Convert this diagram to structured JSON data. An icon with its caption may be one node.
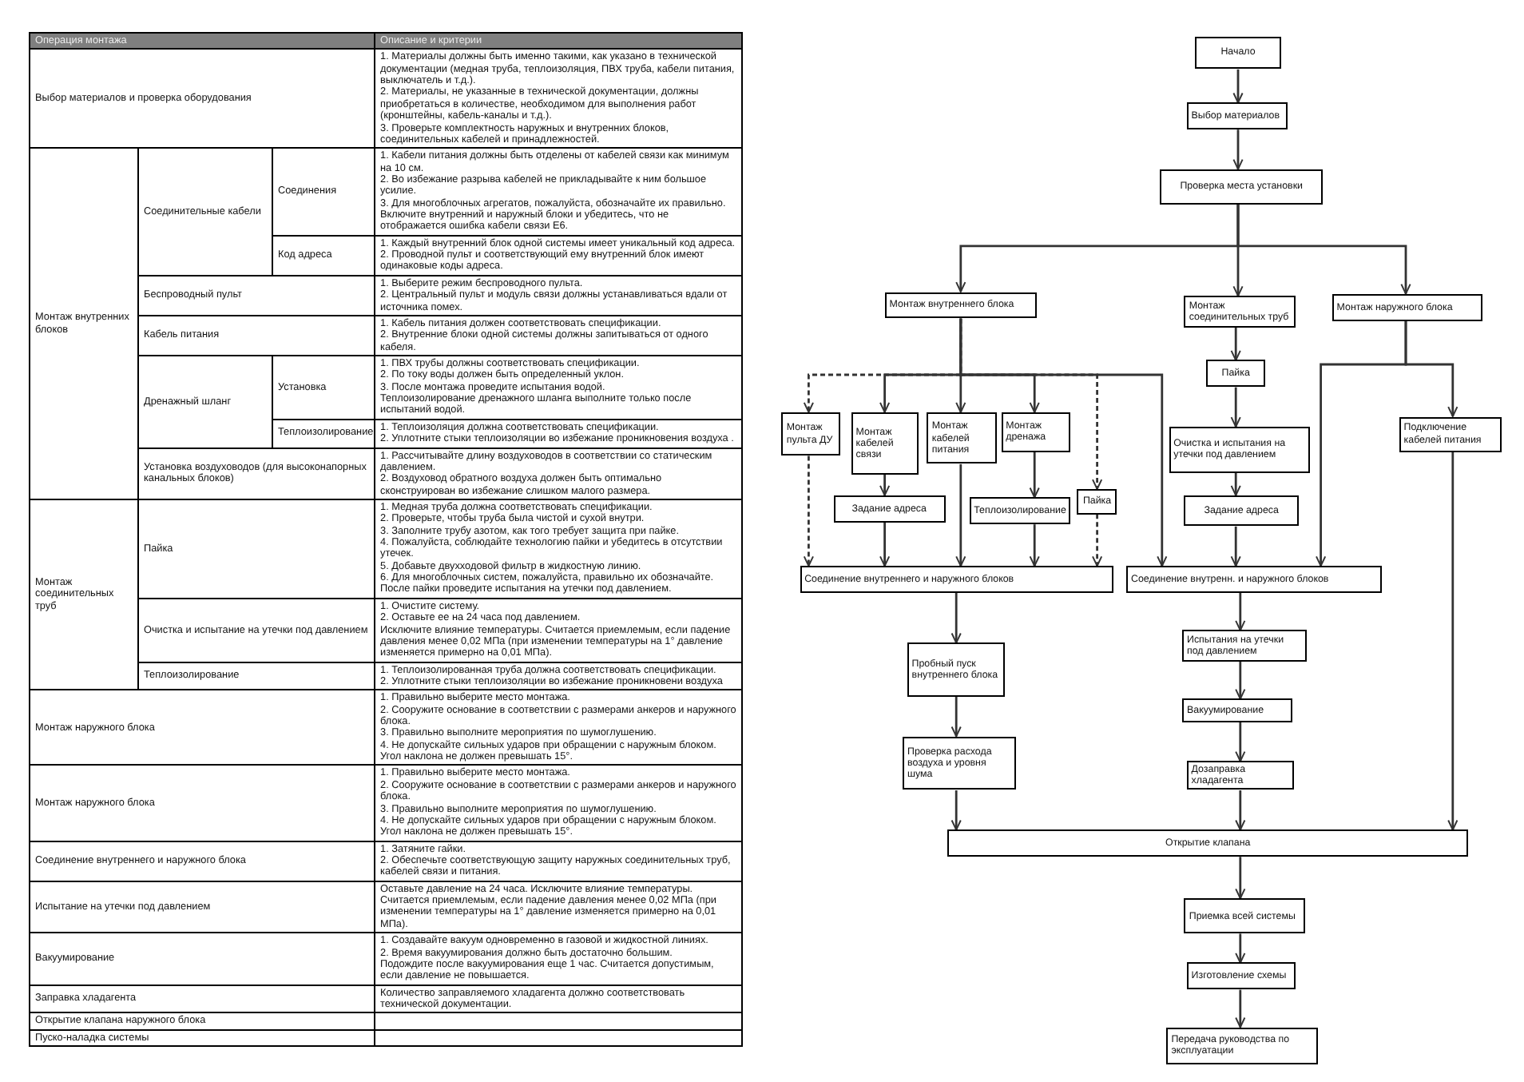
{
  "diagram": {
    "nodes": [
      {
        "text": [
          "Начало"
        ]
      },
      {
        "text": [
          "Выбор материалов"
        ]
      },
      {
        "text": [
          "Проверка места установки"
        ]
      },
      {
        "text": [
          "Монтаж внутреннего блока"
        ]
      },
      {
        "text": [
          "Монтаж соединительных труб"
        ]
      },
      {
        "text": [
          "Монтаж наружного блока"
        ]
      },
      {
        "text": [
          "Монтаж пульта ДУ"
        ]
      },
      {
        "text": [
          "Монтаж кабелей связи"
        ]
      },
      {
        "text": [
          "Монтаж кабелей питания"
        ]
      },
      {
        "text": [
          "Монтаж дренажа"
        ]
      },
      {
        "text": [
          "Пайка"
        ]
      },
      {
        "text": [
          "Задание адреса"
        ]
      },
      {
        "text": [
          "Теплоизолирование"
        ]
      },
      {
        "text": [
          "Пайка"
        ]
      },
      {
        "text": [
          "Очистка и испытания на утечки под давлением"
        ]
      },
      {
        "text": [
          "Задание адреса"
        ]
      },
      {
        "text": [
          "Подключение кабелей питания"
        ]
      },
      {
        "text": [
          "Соединение внутреннего и наружного блоков"
        ]
      },
      {
        "text": [
          "Соединение внутренн. и наружного блоков"
        ]
      },
      {
        "text": [
          "Пробный пуск внутреннего блока"
        ]
      },
      {
        "text": [
          "Проверка расхода воздуха и уровня шума"
        ]
      },
      {
        "text": [
          "Испытания на утечки под давлением"
        ]
      },
      {
        "text": [
          "Вакуумирование"
        ]
      },
      {
        "text": [
          "Дозаправка хладагента"
        ]
      },
      {
        "text": [
          "Открытие клапана"
        ]
      },
      {
        "text": [
          "Приемка всей системы"
        ]
      },
      {
        "text": [
          "Изготовление схемы"
        ]
      },
      {
        "text": [
          "Передача руководства по эксплуатации"
        ]
      }
    ],
    "edges": [
      {
        "from": 0,
        "to": 1,
        "arrow": "to"
      },
      {
        "from": 1,
        "to": 2,
        "arrow": "to"
      },
      {
        "from": 2,
        "to": 3,
        "arrow": "to"
      },
      {
        "from": 2,
        "to": 4,
        "arrow": "to"
      },
      {
        "from": 2,
        "to": 5,
        "arrow": "to"
      },
      {
        "from": 3,
        "to": 6,
        "arrow": "to",
        "style": "dashed"
      },
      {
        "from": 3,
        "to": 7,
        "arrow": "to"
      },
      {
        "from": 3,
        "to": 8,
        "arrow": "to"
      },
      {
        "from": 3,
        "to": 9,
        "arrow": "to"
      },
      {
        "from": 3,
        "to": 10,
        "arrow": "to",
        "style": "dashed"
      },
      {
        "from": 3,
        "to": 18,
        "arrow": "to"
      },
      {
        "from": 4,
        "to": 13,
        "arrow": "to"
      },
      {
        "from": 13,
        "to": 14,
        "arrow": "to"
      },
      {
        "from": 14,
        "to": 15,
        "arrow": "to"
      },
      {
        "from": 15,
        "to": 18,
        "arrow": "to"
      },
      {
        "from": 5,
        "to": 18,
        "arrow": "to"
      },
      {
        "from": 5,
        "to": 16,
        "arrow": "to"
      },
      {
        "from": 6,
        "to": 17,
        "arrow": "to",
        "style": "dashed"
      },
      {
        "from": 7,
        "to": 11,
        "arrow": "to"
      },
      {
        "from": 11,
        "to": 17,
        "arrow": "to"
      },
      {
        "from": 8,
        "to": 17,
        "arrow": "to"
      },
      {
        "from": 9,
        "to": 12,
        "arrow": "to"
      },
      {
        "from": 12,
        "to": 17,
        "arrow": "to"
      },
      {
        "from": 10,
        "to": 17,
        "arrow": "to",
        "style": "dashed"
      },
      {
        "from": 16,
        "to": 24,
        "arrow": "to"
      },
      {
        "from": 17,
        "to": 19,
        "arrow": "to"
      },
      {
        "from": 19,
        "to": 20,
        "arrow": "to"
      },
      {
        "from": 20,
        "to": 24,
        "arrow": "to"
      },
      {
        "from": 18,
        "to": 21,
        "arrow": "to"
      },
      {
        "from": 21,
        "to": 22,
        "arrow": "to"
      },
      {
        "from": 22,
        "to": 23,
        "arrow": "to"
      },
      {
        "from": 23,
        "to": 24,
        "arrow": "to"
      },
      {
        "from": 24,
        "to": 25,
        "arrow": "to"
      },
      {
        "from": 25,
        "to": 26,
        "arrow": "to"
      },
      {
        "from": 26,
        "to": 27,
        "arrow": "to"
      }
    ],
    "labels": [
      "Операция монтажа",
      "Описание и критерии",
      "Выбор материалов и проверка оборудования",
      "1. Материалы должны быть именно такими, как указано в технической документации (медная труба, теплоизоляция, ПВХ труба, кабели питания, выключатель и т.д.).",
      "2. Материалы, не указанные в технической документации, должны приобретаться в количестве, необходимом для выполнения работ (кронштейны, кабель-каналы и т.д.).",
      "3. Проверьте комплектность наружных и внутренних блоков, соединительных кабелей и принадлежностей.",
      "Монтаж внутренних блоков",
      "Соединительные кабели",
      "Соединения",
      "1. Кабели питания должны быть отделены от кабелей связи как минимум на 10 см.",
      "2. Во избежание разрыва кабелей не прикладывайте к ним большое усилие.",
      "3. Для многоблочных агрегатов, пожалуйста, обозначайте их правильно. Включите внутренний и наружный блоки и убедитесь, что не отображается ошибка кабели связи E6.",
      "Код адреса",
      "1. Каждый внутренний блок одной системы имеет уникальный код адреса.",
      "2. Проводной пульт и соответствующий ему внутренний блок имеют одинаковые коды адреса.",
      "Беспроводный пульт",
      "1. Выберите режим беспроводного пульта.",
      "2. Центральный пульт и модуль связи должны устанавливаться вдали от источника помех.",
      "Кабель питания",
      "1. Кабель питания должен соответствовать спецификации.",
      "2. Внутренние блоки одной системы должны запитываться от одного кабеля.",
      "Дренажный шланг",
      "Установка",
      "1. ПВХ трубы должны соответствовать спецификации.",
      "2. По току воды должен быть определенный уклон.",
      "3. После монтажа проведите испытания водой.",
      "Теплоизолирование дренажного шланга выполните только после испытаний водой.",
      "Теплоизолирование",
      "1. Теплоизоляция должна соответствовать спецификации.",
      "2. Уплотните стыки теплоизоляции во избежание проникновения воздуха .",
      "Установка воздуховодов (для высоконапорных канальных блоков)",
      "1. Рассчитывайте длину воздуховодов в соответствии со статическим давлением.",
      "2. Воздуховод обратного воздуха должен быть оптимально сконструирован во избежание слишком малого размера.",
      "Монтаж соединительных труб",
      "Пайка",
      "1. Медная труба должна соответствовать спецификации.",
      "2. Проверьте, чтобы труба была чистой и сухой внутри.",
      "3. Заполните трубу азотом, как того требует защита при пайке.",
      "4. Пожалуйста, соблюдайте технологию пайки и убедитесь в отсутствии утечек.",
      "5. Добавьте двухходовой фильтр в жидкостную линию.",
      "6. Для многоблочных систем, пожалуйста, правильно их обозначайте.",
      "После пайки проведите испытания на утечки под давлением.",
      "Очистка и испытание на утечки под давлением",
      "1. Очистите систему.",
      "2. Оставьте ее на 24 часа под давлением.",
      "Исключите влияние температуры. Считается приемлемым, если падение давления менее 0,02 МПа (при изменении температуры на 1° давление изменяется примерно на 0,01 МПа).",
      "Теплоизолирование",
      "1. Теплоизолированная труба должна соответствовать спецификации.",
      "2. Уплотните стыки теплоизоляции во избежание проникновени воздуха",
      "Монтаж наружного блока",
      "1. Правильно выберите место монтажа.",
      "2. Сооружите основание в соответствии с размерами анкеров и наружного блока.",
      "3. Правильно выполните мероприятия по шумоглушению.",
      "4. Не допускайте сильных ударов при обращении с наружным блоком. Угол наклона не должен превышать 15°.",
      "Монтаж наружного блока",
      "1. Правильно выберите место монтажа.",
      "2. Сооружите основание в соответствии с размерами анкеров и наружного блока.",
      "3. Правильно выполните мероприятия по шумоглушению.",
      "4. Не допускайте сильных ударов при обращении с наружным блоком. Угол наклона не должен превышать 15°.",
      "Соединение внутреннего и наружного блока",
      "1. Затяните гайки.",
      "2. Обеспечьте соответствующую защиту наружных соединительных труб, кабелей связи и питания.",
      "Испытание на утечки под давлением",
      "Оставьте давление на 24 часа. Исключите влияние температуры. Считается приемлемым, если падение давления менее 0,02 МПа (при изменении температуры на 1° давление изменяется примерно на 0,01 МПа).",
      "Вакуумирование",
      "1. Создавайте вакуум одновременно в газовой и жидкостной линиях.",
      "2. Время вакуумирования должно быть достаточно большим.",
      "Подождите после вакуумирования еще 1 час. Считается допустимым, если давление не повышается.",
      "Заправка хладагента",
      "Количество заправляемого хладагента должно соответствовать технической документации.",
      "Открытие клапана наружного блока",
      "Пуско-наладка системы"
    ]
  }
}
